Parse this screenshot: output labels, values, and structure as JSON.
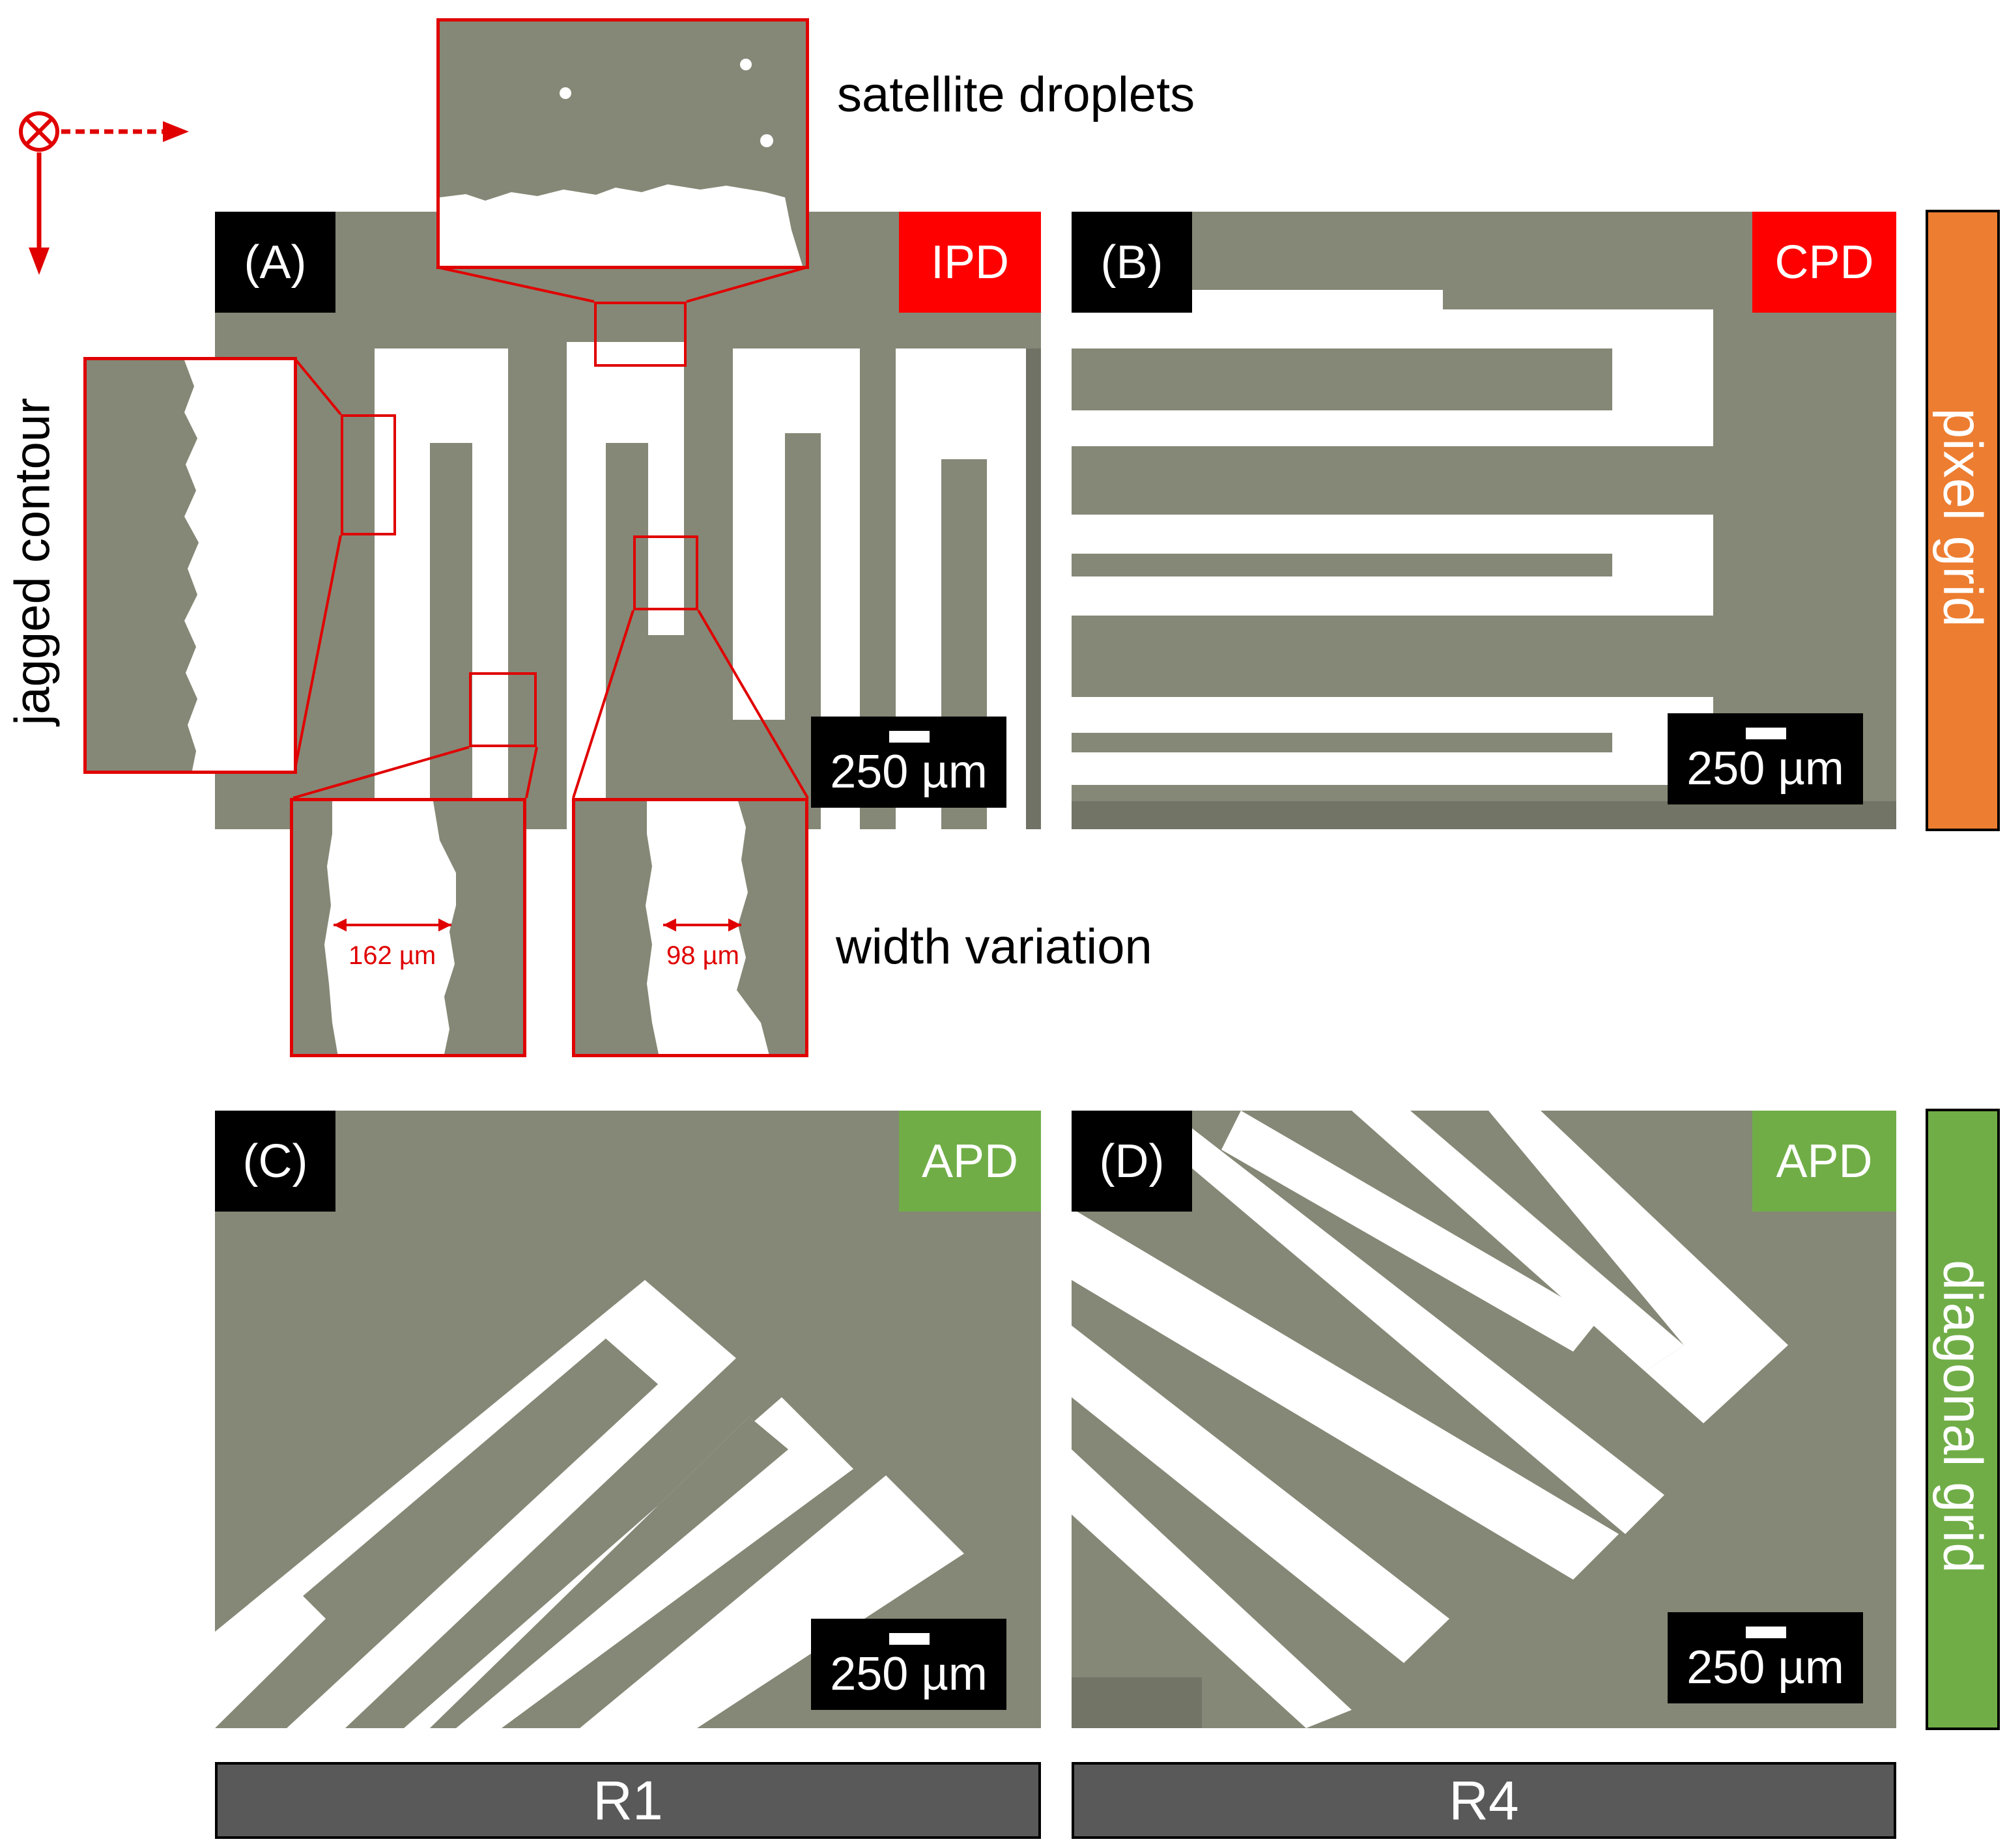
{
  "panels": {
    "a": {
      "label": "(A)",
      "method": "IPD",
      "scale": "250 µm"
    },
    "b": {
      "label": "(B)",
      "method": "CPD",
      "scale": "250 µm"
    },
    "c": {
      "label": "(C)",
      "method": "APD",
      "scale": "250 µm"
    },
    "d": {
      "label": "(D)",
      "method": "APD",
      "scale": "250 µm"
    }
  },
  "annotations": {
    "satellite": "satellite droplets",
    "jagged": "jagged contour",
    "width": "width variation",
    "width_1": "162 µm",
    "width_2": "98 µm"
  },
  "columns": [
    "R1",
    "R4"
  ],
  "rows": [
    {
      "label": "pixel grid",
      "color": "#ed7d31"
    },
    {
      "label": "diagonal grid",
      "color": "#70ad47"
    }
  ],
  "colors": {
    "accent_red": "#ff0000",
    "method_green": "#70ad47",
    "row_orange": "#ed7d31",
    "substrate": "#858876",
    "electrode": "#ffffff"
  }
}
